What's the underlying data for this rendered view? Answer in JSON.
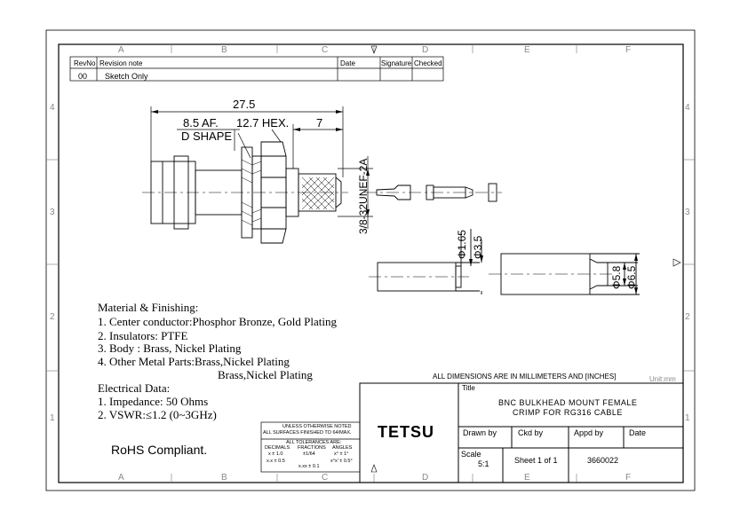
{
  "zones": {
    "top": [
      "A",
      "B",
      "C",
      "D",
      "E",
      "F"
    ],
    "bottom": [
      "A",
      "B",
      "C",
      "D",
      "E",
      "F"
    ],
    "left": [
      "4",
      "3",
      "2",
      "1"
    ],
    "right": [
      "4",
      "3",
      "2",
      "1"
    ]
  },
  "revision": {
    "headers": [
      "RevNo",
      "Revision note",
      "Date",
      "Signature",
      "Checked"
    ],
    "rows": [
      [
        "00",
        "Sketch Only",
        "",
        "",
        ""
      ]
    ]
  },
  "dimensions": {
    "overall_length": "27.5",
    "af": "8.5 AF.",
    "d_shape": "D SHAPE",
    "hex": "12.7 HEX.",
    "crimp_length": "7",
    "thread": "3/8-32UNEF-2A",
    "pin_d1": "Φ1.65",
    "pin_d2": "Φ3.5",
    "ferrule_d1": "Φ5.8",
    "ferrule_d2": "Φ6.5"
  },
  "notes": {
    "material_title": "Material & Finishing:",
    "material_lines": [
      "1. Center conductor:Phosphor Bronze, Gold Plating",
      "2. Insulators: PTFE",
      "3. Body : Brass, Nickel Plating",
      "4. Other Metal Parts:Brass,Nickel Plating",
      "Brass,Nickel Plating"
    ],
    "electrical_title": "Electrical Data:",
    "electrical_lines": [
      "1. Impedance: 50 Ohms",
      "2. VSWR:≤1.2 (0~3GHz)"
    ],
    "rohs": "RoHS Compliant."
  },
  "title_block": {
    "units_note": "ALL DIMENSIONS ARE IN MILLIMETERS AND [INCHES]",
    "unit": "Unit:mm",
    "title_label": "Title",
    "title_line1": "BNC BULKHEAD MOUNT FEMALE",
    "title_line2": "CRIMP FOR RG316 CABLE",
    "company": "TETSU",
    "drawn_by": "Drawn by",
    "ckd_by": "Ckd by",
    "appd_by": "Appd by",
    "date": "Date",
    "scale_label": "Scale",
    "scale_value": "5:1",
    "sheet": "Sheet 1 of 1",
    "part_number": "3660022"
  },
  "tolerance": {
    "line1": "UNLESS OTHERWISE NOTED",
    "line2": "ALL SURFACES FINISHED TO 64/MAX.",
    "line3": "ALL TOLERANCES ARE:",
    "col1_head": "DECIMALS",
    "col2_head": "FRACTIONS",
    "col3_head": "ANGLES",
    "row1": [
      "x ± 1.0",
      "±1/64",
      "x° ± 1°"
    ],
    "row2": [
      "x.x ± 0.5",
      "x.xx ± 0.1",
      "x°x' ± 0.5°"
    ]
  }
}
